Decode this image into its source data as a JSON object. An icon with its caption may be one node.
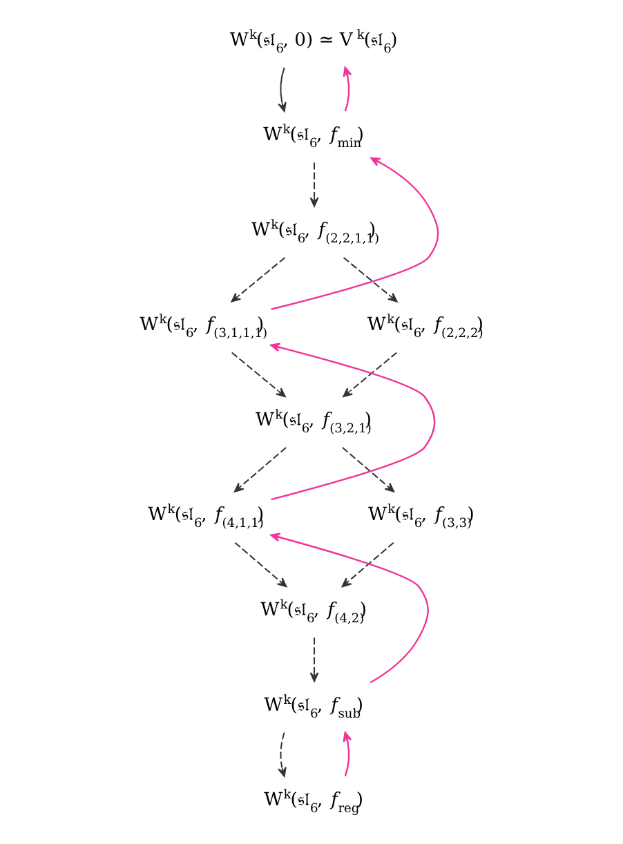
{
  "diagram": {
    "nodes": [
      {
        "text": [
          "W$^{k}$(𝔰𝔩$_{6}$, 0) ≃ V$^{k}$(𝔰𝔩$_{6}$)"
        ]
      },
      {
        "text": [
          "W$^{k}$(𝔰𝔩$_{6}$, *f*$_{min}$)"
        ]
      },
      {
        "text": [
          "W$^{k}$(𝔰𝔩$_{6}$, *f*$_{(2,2,1,1)}$)"
        ]
      },
      {
        "text": [
          "W$^{k}$(𝔰𝔩$_{6}$, *f*$_{(3,1,1,1)}$)"
        ]
      },
      {
        "text": [
          "W$^{k}$(𝔰𝔩$_{6}$, *f*$_{(2,2,2)}$)"
        ]
      },
      {
        "text": [
          "W$^{k}$(𝔰𝔩$_{6}$, *f*$_{(3,2,1)}$)"
        ]
      },
      {
        "text": [
          "W$^{k}$(𝔰𝔩$_{6}$, *f*$_{(4,1,1)}$)"
        ]
      },
      {
        "text": [
          "W$^{k}$(𝔰𝔩$_{6}$, *f*$_{(3,3)}$)"
        ]
      },
      {
        "text": [
          "W$^{k}$(𝔰𝔩$_{6}$, *f*$_{(4,2)}$)"
        ]
      },
      {
        "text": [
          "W$^{k}$(𝔰𝔩$_{6}$, *f*$_{sub}$)"
        ]
      },
      {
        "text": [
          "W$^{k}$(𝔰𝔩$_{6}$, *f*$_{reg}$)"
        ]
      }
    ],
    "edges": [
      {
        "from": 0,
        "to": 1,
        "arrow": "to"
      },
      {
        "from": 1,
        "to": 0,
        "arrow": "to",
        "color": "#f0359a"
      },
      {
        "from": 1,
        "to": 2,
        "arrow": "to",
        "style": "dashed"
      },
      {
        "from": 2,
        "to": 3,
        "arrow": "to",
        "style": "dashed"
      },
      {
        "from": 2,
        "to": 4,
        "arrow": "to",
        "style": "dashed"
      },
      {
        "from": 3,
        "to": 1,
        "arrow": "to",
        "color": "#f0359a"
      },
      {
        "from": 3,
        "to": 5,
        "arrow": "to",
        "style": "dashed"
      },
      {
        "from": 4,
        "to": 5,
        "arrow": "to",
        "style": "dashed"
      },
      {
        "from": 5,
        "to": 6,
        "arrow": "to",
        "style": "dashed"
      },
      {
        "from": 5,
        "to": 7,
        "arrow": "to",
        "style": "dashed"
      },
      {
        "from": 6,
        "to": 3,
        "arrow": "to",
        "color": "#f0359a"
      },
      {
        "from": 6,
        "to": 8,
        "arrow": "to",
        "style": "dashed"
      },
      {
        "from": 7,
        "to": 8,
        "arrow": "to",
        "style": "dashed"
      },
      {
        "from": 8,
        "to": 9,
        "arrow": "to",
        "style": "dashed"
      },
      {
        "from": 9,
        "to": 6,
        "arrow": "to",
        "color": "#f0359a"
      },
      {
        "from": 10,
        "to": 9,
        "arrow": "to",
        "color": "#f0359a"
      },
      {
        "from": 9,
        "to": 10,
        "arrow": "to",
        "style": "dashed"
      }
    ]
  }
}
